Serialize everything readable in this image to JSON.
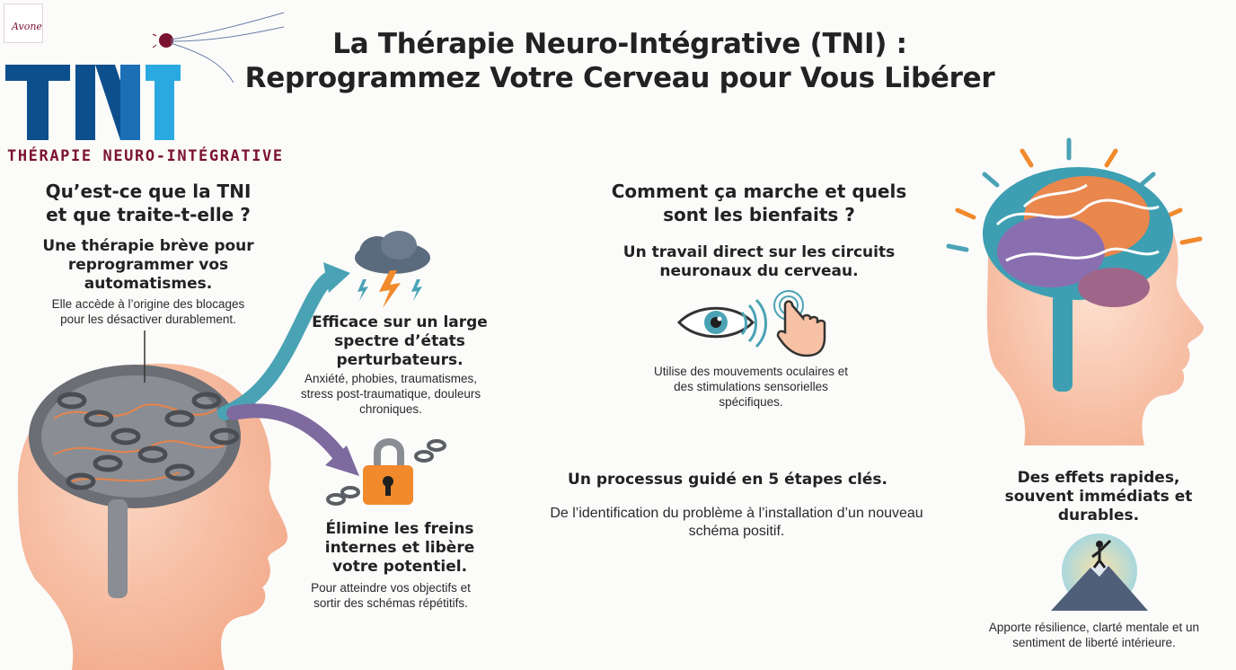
{
  "header": {
    "title_line1": "La Thérapie Neuro-Intégrative (TNI) :",
    "title_line2": "Reprogrammez Votre Cerveau pour Vous Libérer"
  },
  "logo": {
    "main": "TNI",
    "subtitle": "THÉRAPIE NEURO-INTÉGRATIVE",
    "small_mark": "Avone"
  },
  "colors": {
    "logo_dark_blue": "#0d4f8c",
    "logo_light_blue": "#2aa9e0",
    "logo_maroon": "#7b1230",
    "arrow_teal": "#4aa3b5",
    "arrow_purple": "#7e6a9e",
    "lock_orange": "#f08a2c"
  },
  "left": {
    "section_title": "Qu’est-ce que la TNI et que traite-t-elle ?",
    "intro_heading": "Une thérapie brève pour reprogrammer vos automatismes.",
    "intro_text": "Elle accède à l’origine des blocages pour les désactiver durablement.",
    "block1_heading": "Efficace sur un large spectre d’états perturbateurs.",
    "block1_text": "Anxiété, phobies, traumatismes, stress post-traumatique, douleurs chroniques.",
    "block2_heading": "Élimine les freins internes et libère votre potentiel.",
    "block2_text": "Pour atteindre vos objectifs et sortir des schémas répétitifs."
  },
  "middle": {
    "section_title": "Comment ça marche et quels sont les bienfaits ?",
    "sub_heading": "Un travail direct sur les circuits neuronaux du cerveau.",
    "sub_text": "Utilise des mouvements oculaires et des stimulations sensorielles spécifiques.",
    "process_heading": "Un processus guidé en 5 étapes clés.",
    "process_text": "De l’identification du problème à l’installation d’un nouveau schéma positif."
  },
  "right": {
    "effects_heading": "Des effets rapides, souvent immédiats et durables.",
    "effects_text": "Apporte résilience, clarté mentale et un sentiment de liberté intérieure."
  },
  "icons": {
    "storm": "storm-cloud-icon",
    "lock": "padlock-chain-icon",
    "eye": "eye-icon",
    "touch": "touch-hand-icon",
    "summit": "mountain-summit-icon"
  }
}
